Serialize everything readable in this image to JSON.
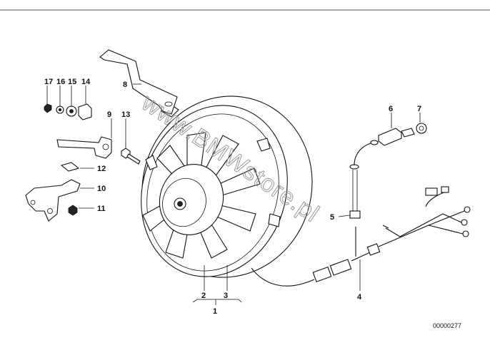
{
  "callouts": {
    "c1": "1",
    "c2": "2",
    "c3": "3",
    "c4": "4",
    "c5": "5",
    "c6": "6",
    "c7": "7",
    "c8": "8",
    "c9": "9",
    "c10": "10",
    "c11": "11",
    "c12": "12",
    "c13": "13",
    "c14": "14",
    "c15": "15",
    "c16": "16",
    "c17": "17"
  },
  "diagram_code": "00000277",
  "watermark": "www.BMWstore.pl",
  "colors": {
    "ink": "#111111",
    "background": "#ffffff",
    "watermark": "#9a9a9a"
  }
}
